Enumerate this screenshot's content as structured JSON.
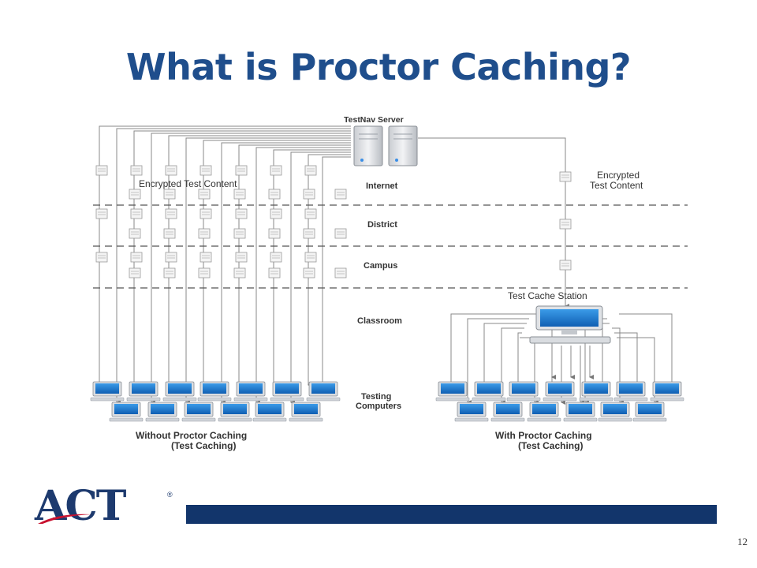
{
  "slide": {
    "title": "What is Proctor Caching?",
    "page_number": "12"
  },
  "diagram": {
    "server_label": "TestNav Server",
    "left_content_label": "Encrypted Test Content",
    "right_content_label_line1": "Encrypted",
    "right_content_label_line2": "Test Content",
    "zones": [
      "Internet",
      "District",
      "Campus",
      "Classroom"
    ],
    "computers_label_line1": "Testing",
    "computers_label_line2": "Computers",
    "cache_station_label": "Test Cache Station",
    "left_caption_line1": "Without Proctor Caching",
    "left_caption_line2": "(Test Caching)",
    "right_caption_line1": "With Proctor Caching",
    "right_caption_line2": "(Test Caching)"
  },
  "logo": {
    "text": "ACT",
    "registered": "®"
  },
  "colors": {
    "title": "#1f4e8c",
    "footer_bar": "#12356b",
    "logo": "#1d3a6e",
    "logo_accent": "#c8102e"
  }
}
